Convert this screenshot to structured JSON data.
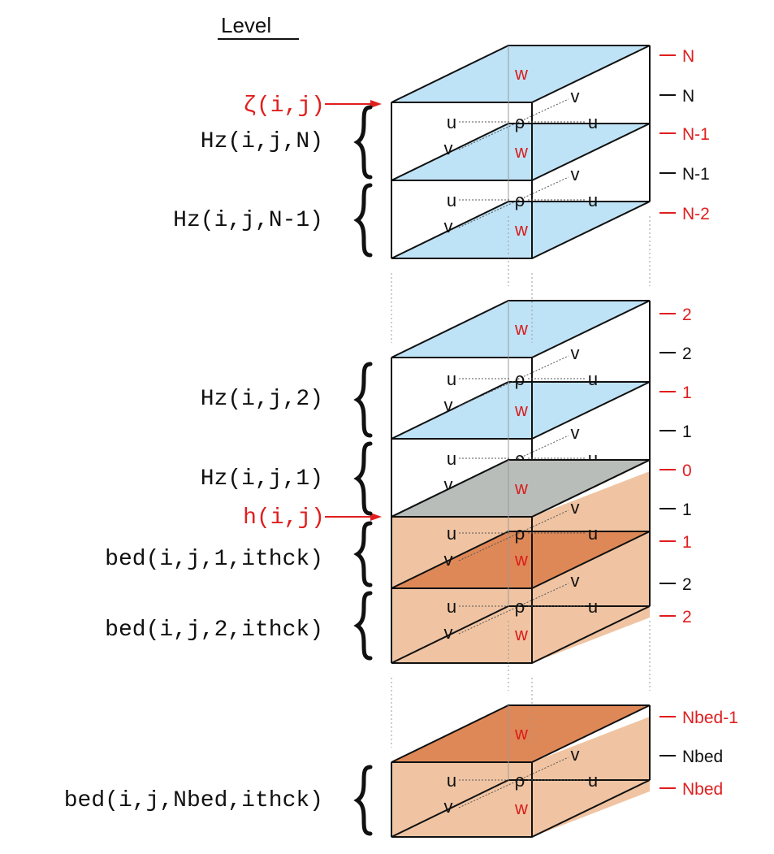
{
  "title": "Level",
  "colors": {
    "water": "#bfe3f6",
    "seafloor": "#b9bdba",
    "sediment": "#f0c4a2",
    "sediment_interface": "#df8857",
    "red": "#e01e1e",
    "black": "#111111"
  },
  "left_labels": [
    {
      "text": "ζ(i,j)",
      "arrow": true
    },
    {
      "text": "Hz(i,j,N)"
    },
    {
      "text": "Hz(i,j,N-1)"
    },
    {
      "text": "Hz(i,j,2)"
    },
    {
      "text": "Hz(i,j,1)"
    },
    {
      "text": "h(i,j)",
      "arrow": true
    },
    {
      "text": "bed(i,j,1,ithck)"
    },
    {
      "text": "bed(i,j,2,ithck)"
    },
    {
      "text": "bed(i,j,Nbed,ithck)"
    }
  ],
  "level_labels": [
    {
      "text": "N",
      "kind": "w"
    },
    {
      "text": "N",
      "kind": "rho"
    },
    {
      "text": "N-1",
      "kind": "w"
    },
    {
      "text": "N-1",
      "kind": "rho"
    },
    {
      "text": "N-2",
      "kind": "w"
    },
    {
      "text": "2",
      "kind": "w"
    },
    {
      "text": "2",
      "kind": "rho"
    },
    {
      "text": "1",
      "kind": "w"
    },
    {
      "text": "1",
      "kind": "rho"
    },
    {
      "text": "0",
      "kind": "w"
    },
    {
      "text": "1",
      "kind": "rho"
    },
    {
      "text": "1",
      "kind": "w"
    },
    {
      "text": "2",
      "kind": "rho"
    },
    {
      "text": "2",
      "kind": "w"
    },
    {
      "text": "Nbed-1",
      "kind": "w"
    },
    {
      "text": "Nbed",
      "kind": "rho"
    },
    {
      "text": "Nbed",
      "kind": "w"
    }
  ],
  "grid_symbols": {
    "w": "w",
    "u": "u",
    "v": "v",
    "rho": "ρ"
  }
}
